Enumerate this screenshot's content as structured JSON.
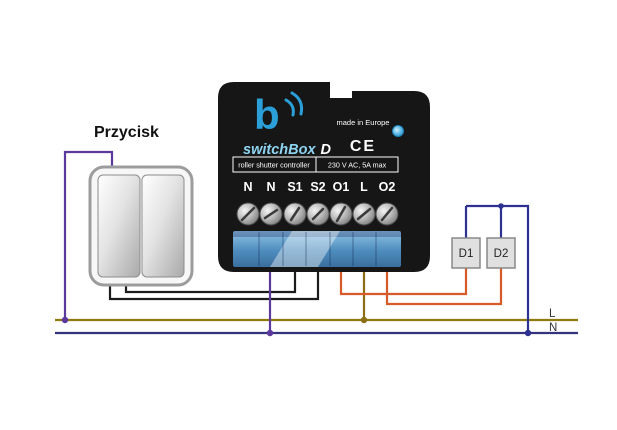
{
  "labels": {
    "button": "Przycisk",
    "line_l": "L",
    "line_n": "N",
    "d1": "D1",
    "d2": "D2"
  },
  "device": {
    "logo_letter": "b",
    "brand": "switchBox",
    "brand_suffix": "D",
    "made_in": "made in Europe",
    "ce": "CE",
    "spec_left": "roller shutter controller",
    "spec_right": "230 V AC, 5A max",
    "terminals": [
      "N",
      "N",
      "S1",
      "S2",
      "O1",
      "L",
      "O2"
    ]
  },
  "colors": {
    "device_body": "#161616",
    "accent": "#2b9fd8",
    "brand_text": "#8ed5f2",
    "terminal_block": "#5e9dc8",
    "wire_purple": "#5b3a9b",
    "wire_black": "#1c1c1c",
    "wire_orange": "#d85a28",
    "wire_brown": "#8a6d14",
    "wire_navy": "#2e3192",
    "rail_l": "#8f7a0e",
    "rail_n": "#34347e"
  }
}
